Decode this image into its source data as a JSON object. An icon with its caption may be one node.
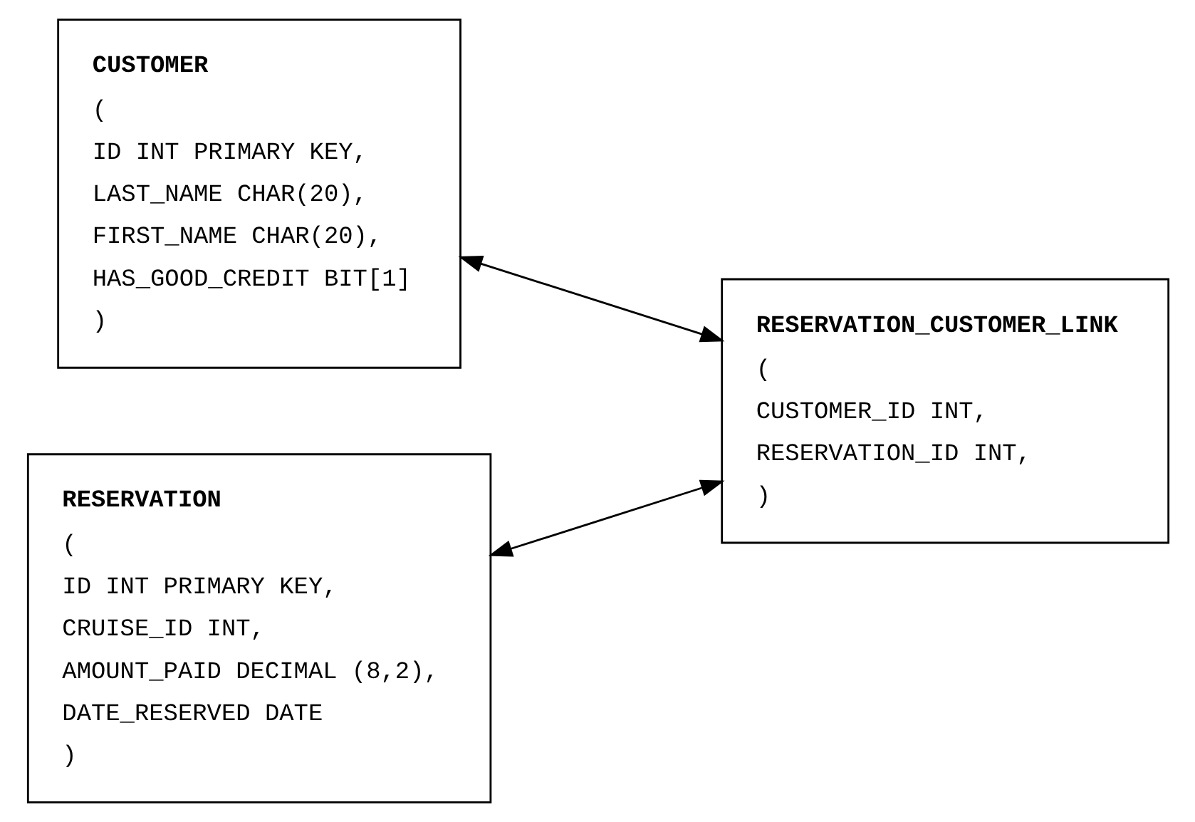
{
  "diagram": {
    "nodes": [
      {
        "text": [
          "CUSTOMER",
          "(",
          "ID INT PRIMARY KEY,",
          "LAST_NAME CHAR(20),",
          "FIRST_NAME CHAR(20),",
          "HAS_GOOD_CREDIT BIT[1]",
          ")"
        ]
      },
      {
        "text": [
          "RESERVATION_CUSTOMER_LINK",
          "(",
          "CUSTOMER_ID INT,",
          "RESERVATION_ID INT,",
          ")"
        ]
      },
      {
        "text": [
          "RESERVATION",
          "(",
          "ID INT PRIMARY KEY,",
          "CRUISE_ID INT,",
          "AMOUNT_PAID DECIMAL (8,2),",
          "DATE_RESERVED DATE",
          ")"
        ]
      }
    ],
    "edges": [
      {
        "from": 0,
        "to": 1,
        "arrow": "both"
      },
      {
        "from": 2,
        "to": 1,
        "arrow": "both"
      }
    ]
  }
}
